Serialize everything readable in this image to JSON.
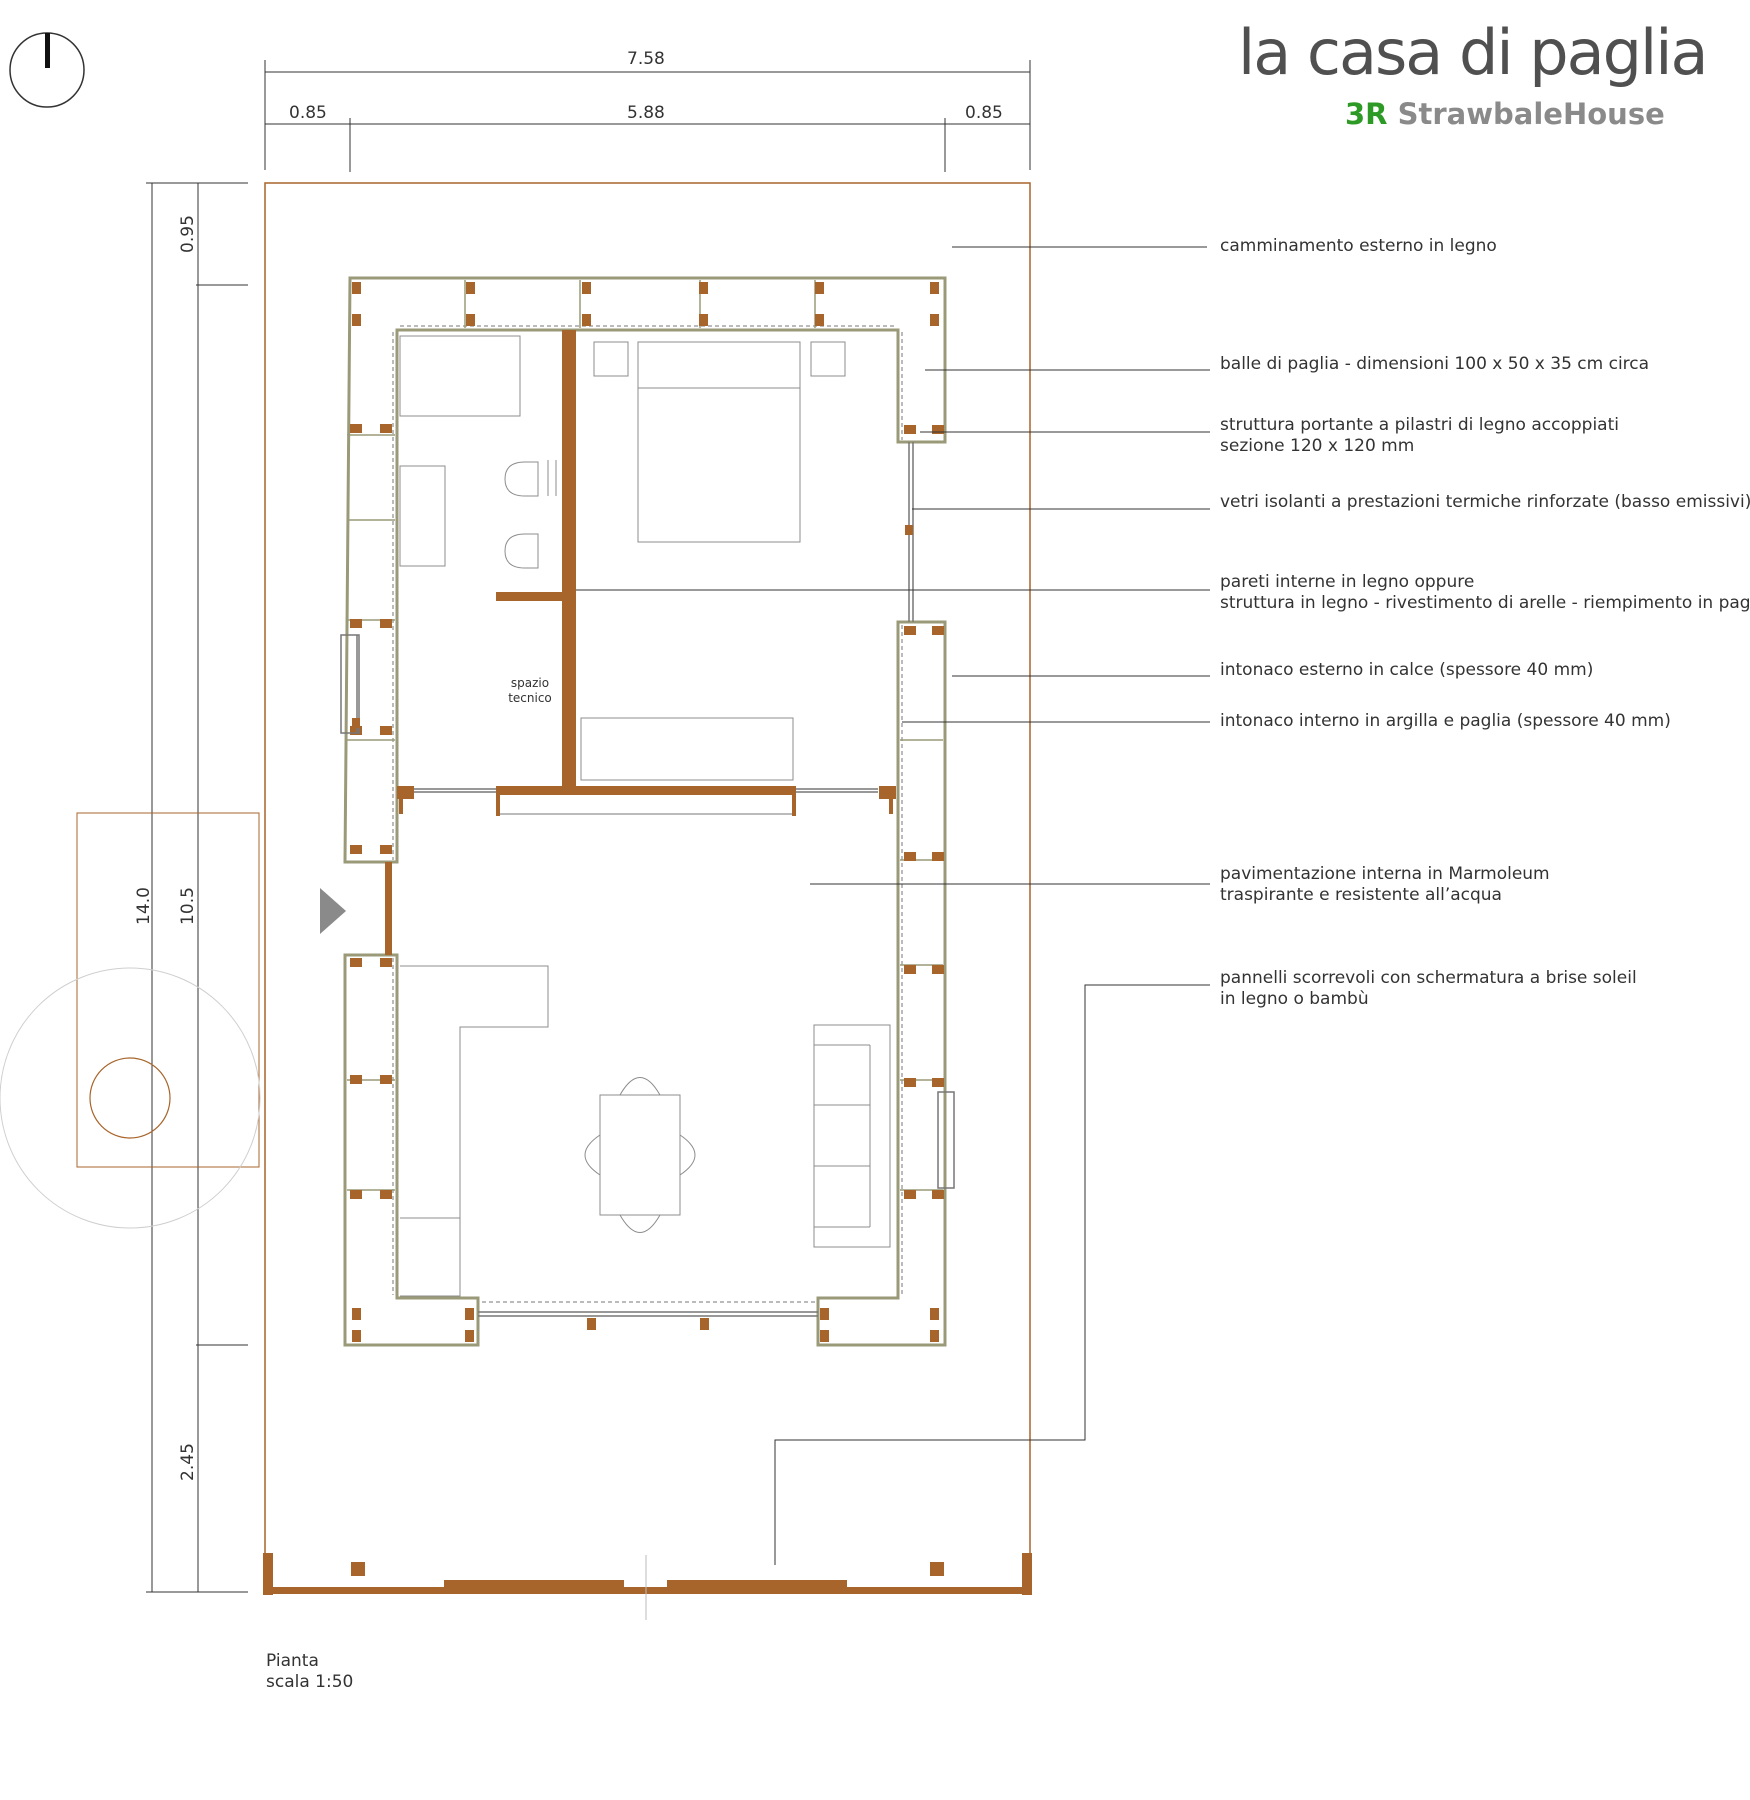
{
  "header": {
    "title": "la casa di paglia",
    "brand_code": "3R",
    "brand_name": "StrawbaleHouse",
    "brand_code_color": "#2e9a26",
    "brand_name_color": "#8a8a8a"
  },
  "dimensions": {
    "top_total": "7.58",
    "top_left": "0.85",
    "top_middle": "5.88",
    "top_right": "0.85",
    "left_total": "14.0",
    "left_middle": "10.5",
    "left_top": "0.95",
    "left_bottom": "2.45"
  },
  "room_labels": {
    "technical_space": "spazio tecnico"
  },
  "annotations": [
    {
      "lines": [
        "camminamento esterno in legno"
      ]
    },
    {
      "lines": [
        "balle di paglia - dimensioni 100 x 50 x 35 cm circa"
      ]
    },
    {
      "lines": [
        "struttura portante a pilastri di legno accoppiati",
        "sezione 120 x 120 mm"
      ]
    },
    {
      "lines": [
        "vetri isolanti a prestazioni termiche rinforzate (basso emissivi)"
      ]
    },
    {
      "lines": [
        "pareti interne in legno oppure",
        "struttura in legno - rivestimento di arelle - riempimento in paglia"
      ]
    },
    {
      "lines": [
        "intonaco esterno in calce (spessore 40 mm)"
      ]
    },
    {
      "lines": [
        "intonaco interno in argilla e paglia (spessore 40 mm)"
      ]
    },
    {
      "lines": [
        "pavimentazione interna in Marmoleum",
        "traspirante e resistente all’acqua"
      ]
    },
    {
      "lines": [
        "pannelli scorrevoli con schermatura a brise soleil",
        "in legno o bambù"
      ]
    }
  ],
  "caption": {
    "line1": "Pianta",
    "line2": "scala 1:50"
  },
  "colors": {
    "wood": "#a8652b",
    "straw_outline": "#9a9a78",
    "line": "#333333",
    "furniture": "#8c8c8c"
  }
}
